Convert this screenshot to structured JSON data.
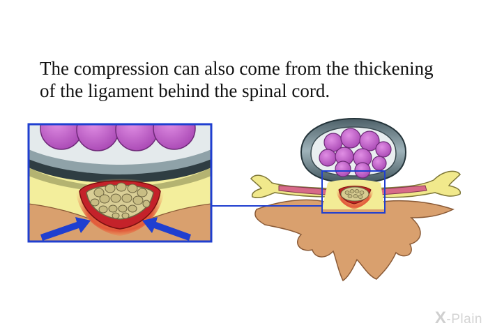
{
  "caption": {
    "line1": "The compression can also come from the thickening",
    "line2": "of the ligament behind the spinal cord."
  },
  "logo": {
    "mark": "X",
    "text": "-Plain"
  },
  "colors": {
    "frame": "#1f3fd0",
    "disc": "#c060c8",
    "ligament": "#f5ee9a",
    "bone": "#d9a06e",
    "cord": "#c9bd86",
    "inflammation": "#d22a2a"
  },
  "icons": [
    "arrow-left-icon",
    "arrow-right-icon"
  ]
}
